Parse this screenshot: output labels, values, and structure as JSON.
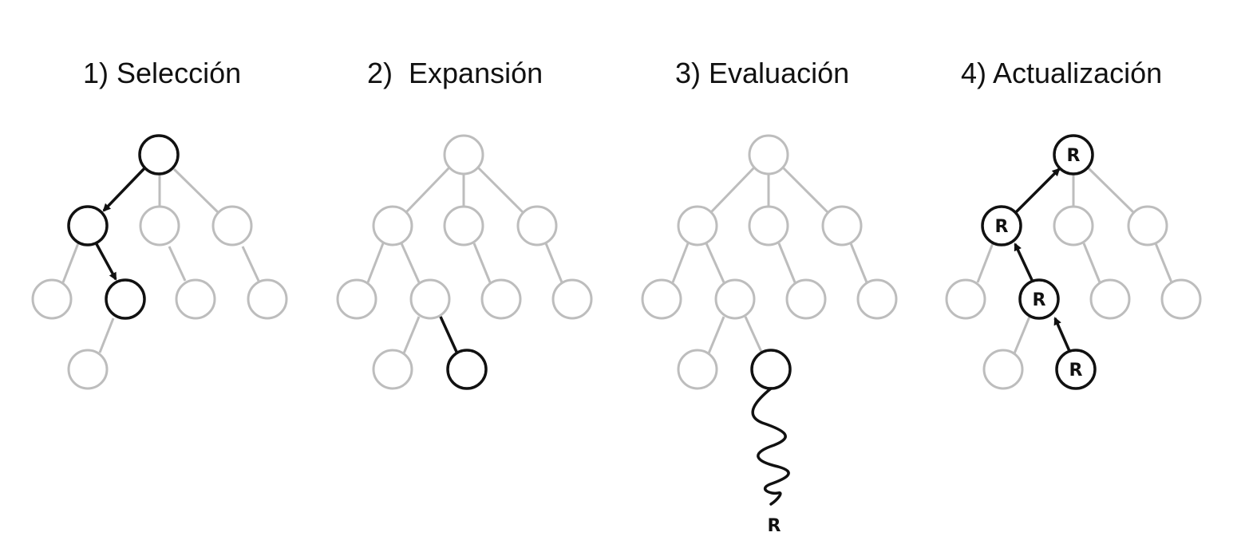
{
  "panels": [
    {
      "title": "1) Selección"
    },
    {
      "title": "2)  Expansión"
    },
    {
      "title": "3) Evaluación",
      "result_label": "R"
    },
    {
      "title": "4) Actualización",
      "node_label": "R"
    }
  ],
  "colors": {
    "active": "#111111",
    "inactive": "#bdbdbd",
    "background": "#ffffff"
  }
}
